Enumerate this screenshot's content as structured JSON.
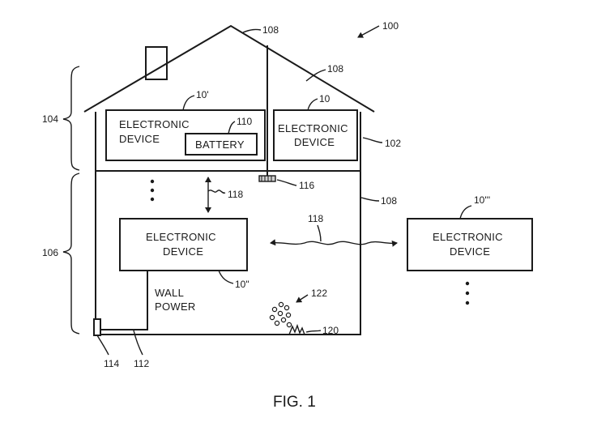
{
  "figure": {
    "caption": "FIG. 1",
    "refs": {
      "system": "100",
      "house": "102",
      "upper_level": "104",
      "lower_level": "106",
      "wall_top": "108",
      "wall_roof": "108",
      "wall_right": "108",
      "battery": "110",
      "wiring": "112",
      "outlet": "114",
      "hub": "116",
      "link_vertical": "118",
      "link_horizontal": "118",
      "fire": "120",
      "smoke": "122",
      "device_10": "10",
      "device_10p": "10'",
      "device_10pp": "10\"",
      "device_10ppp": "10'''"
    },
    "devices": {
      "upper_left": [
        "ELECTRONIC",
        "DEVICE"
      ],
      "upper_right": [
        "ELECTRONIC",
        "DEVICE"
      ],
      "lower": [
        "ELECTRONIC",
        "DEVICE"
      ],
      "outside": [
        "ELECTRONIC",
        "DEVICE"
      ]
    },
    "battery_label": "BATTERY",
    "wall_power": [
      "WALL",
      "POWER"
    ]
  }
}
